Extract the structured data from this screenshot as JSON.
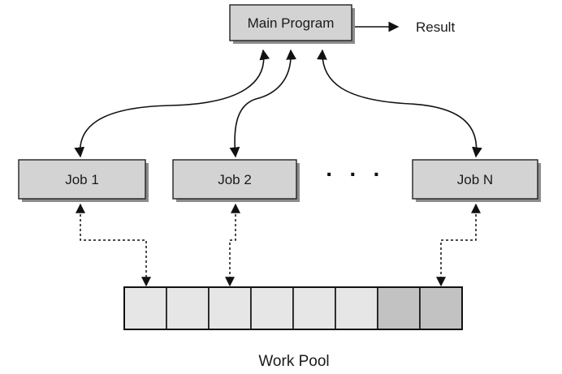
{
  "diagram": {
    "main_program": {
      "label": "Main Program"
    },
    "result": {
      "label": "Result"
    },
    "jobs": [
      {
        "label": "Job 1"
      },
      {
        "label": "Job 2"
      },
      {
        "label": "Job N"
      }
    ],
    "ellipsis": "· · ·",
    "work_pool": {
      "label": "Work Pool",
      "slots": [
        {
          "state": "free"
        },
        {
          "state": "free"
        },
        {
          "state": "free"
        },
        {
          "state": "free"
        },
        {
          "state": "free"
        },
        {
          "state": "free"
        },
        {
          "state": "taken"
        },
        {
          "state": "taken"
        }
      ]
    },
    "colors": {
      "box_fill": "#d3d3d3",
      "box_shadow": "#8c8c8c",
      "slot_free": "#e6e6e6",
      "slot_taken": "#c2c2c2",
      "line": "#111111"
    }
  }
}
